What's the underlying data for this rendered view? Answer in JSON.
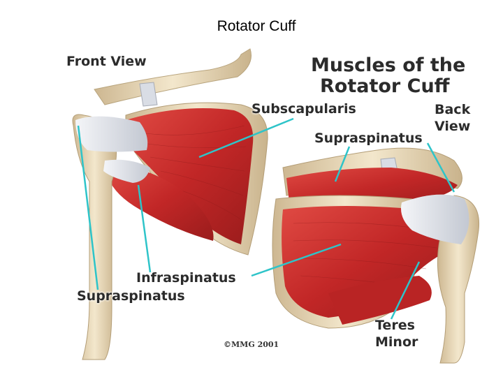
{
  "slide": {
    "title": "Rotator Cuff"
  },
  "labels": {
    "front_view": "Front View",
    "main_title_line1": "Muscles of the",
    "main_title_line2": "Rotator Cuff",
    "back_view_line1": "Back",
    "back_view_line2": "View",
    "subscapularis": "Subscapularis",
    "supraspinatus_back": "Supraspinatus",
    "infraspinatus": "Infraspinatus",
    "supraspinatus_front": "Supraspinatus",
    "teres_minor_line1": "Teres",
    "teres_minor_line2": "Minor"
  },
  "copyright": "©MMG 2001",
  "colors": {
    "bone": "#ead9b6",
    "muscle": "#c62a2a",
    "tendon": "#dfe3ea",
    "leader_line": "#2ec4c9"
  }
}
